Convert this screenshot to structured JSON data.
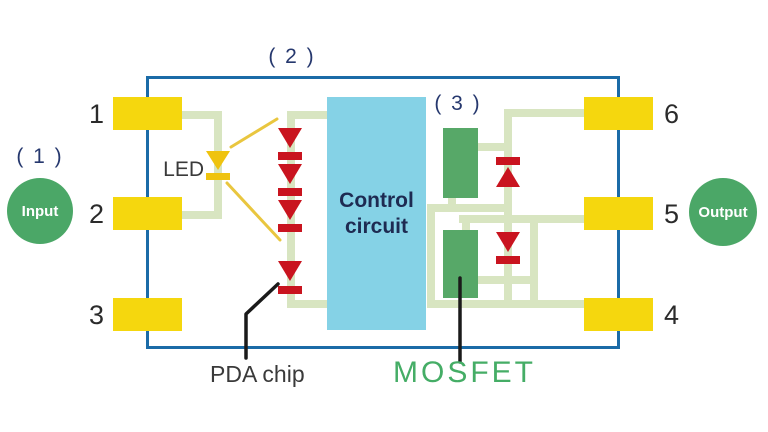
{
  "figure": {
    "callout_1": "( 1 )",
    "callout_2": "( 2 )",
    "callout_3": "( 3 )",
    "input_badge": "Input",
    "output_badge": "Output",
    "led_label": "LED",
    "control_line1": "Control",
    "control_line2": "circuit",
    "pda_label": "PDA chip",
    "mosfet_label": "MOSFET",
    "pins_left": [
      {
        "number": "1"
      },
      {
        "number": "2"
      },
      {
        "number": "3"
      }
    ],
    "pins_right": [
      {
        "number": "6"
      },
      {
        "number": "5"
      },
      {
        "number": "4"
      }
    ],
    "symbols": {
      "led": "led-diode-icon",
      "photodiode_array": "diode-down-icon",
      "body_diode_upper": "diode-up-icon",
      "body_diode_lower": "diode-down-icon"
    },
    "colors": {
      "package_outline_blue": "#1B6BA7",
      "pin_yellow": "#F5D70E",
      "wire_pale_green": "#D8E5C1",
      "diode_red": "#C9141F",
      "led_amber": "#EFC30F",
      "light_ray_yellow": "#E9C63F",
      "control_box_blue": "#85D2E6",
      "control_text_navy": "#1E2B52",
      "badge_green": "#4BA767",
      "mosfet_green": "#57A868",
      "mosfet_text_green": "#45AD66",
      "callout_navy": "#26386E",
      "pointer_black": "#1a1a1a"
    }
  }
}
